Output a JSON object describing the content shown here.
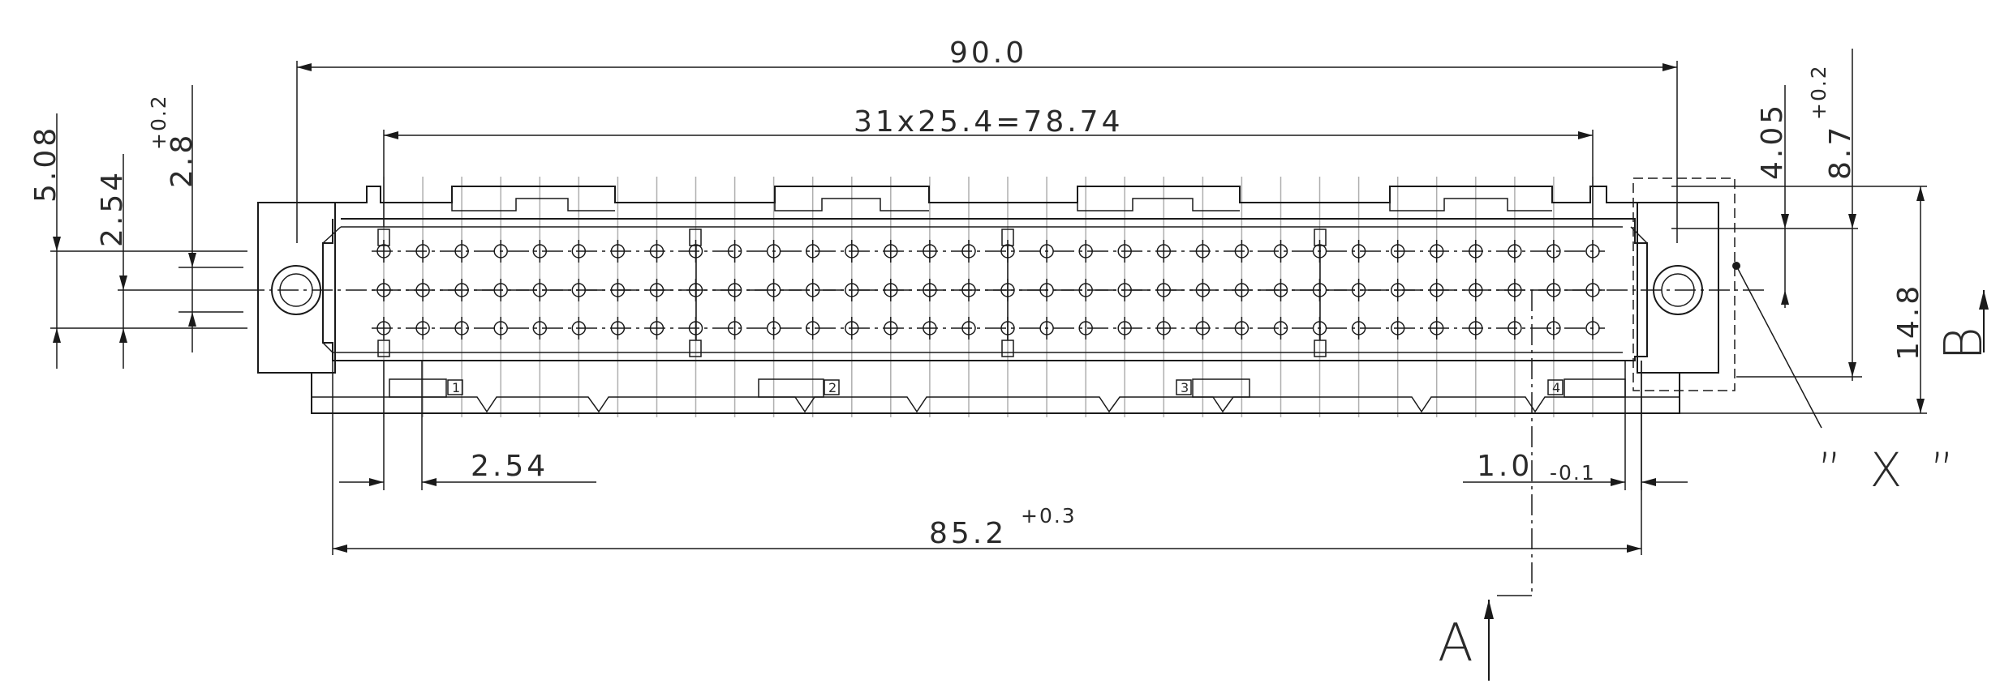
{
  "dimensions": {
    "overall_width": "90.0",
    "pitch_span": "31x25.4=78.74",
    "pitch": "2.54",
    "inner_width": "85.2",
    "inner_width_tol": "+0.3",
    "flange_thickness": "1.0",
    "flange_thickness_tol": "-0.1",
    "row_spacing_outer": "5.08",
    "row_spacing": "2.54",
    "slot_height": "2.8",
    "slot_height_tol": "+0.2",
    "top_offset": "4.05",
    "body_height": "8.7",
    "body_height_tol": "+0.2",
    "total_height": "14.8"
  },
  "labels": {
    "detail_x": "” X ”",
    "view_a": "A",
    "view_b": "B"
  },
  "section_markers": [
    "1",
    "2",
    "3",
    "4"
  ],
  "connector": {
    "columns": 32,
    "rows": 3
  }
}
